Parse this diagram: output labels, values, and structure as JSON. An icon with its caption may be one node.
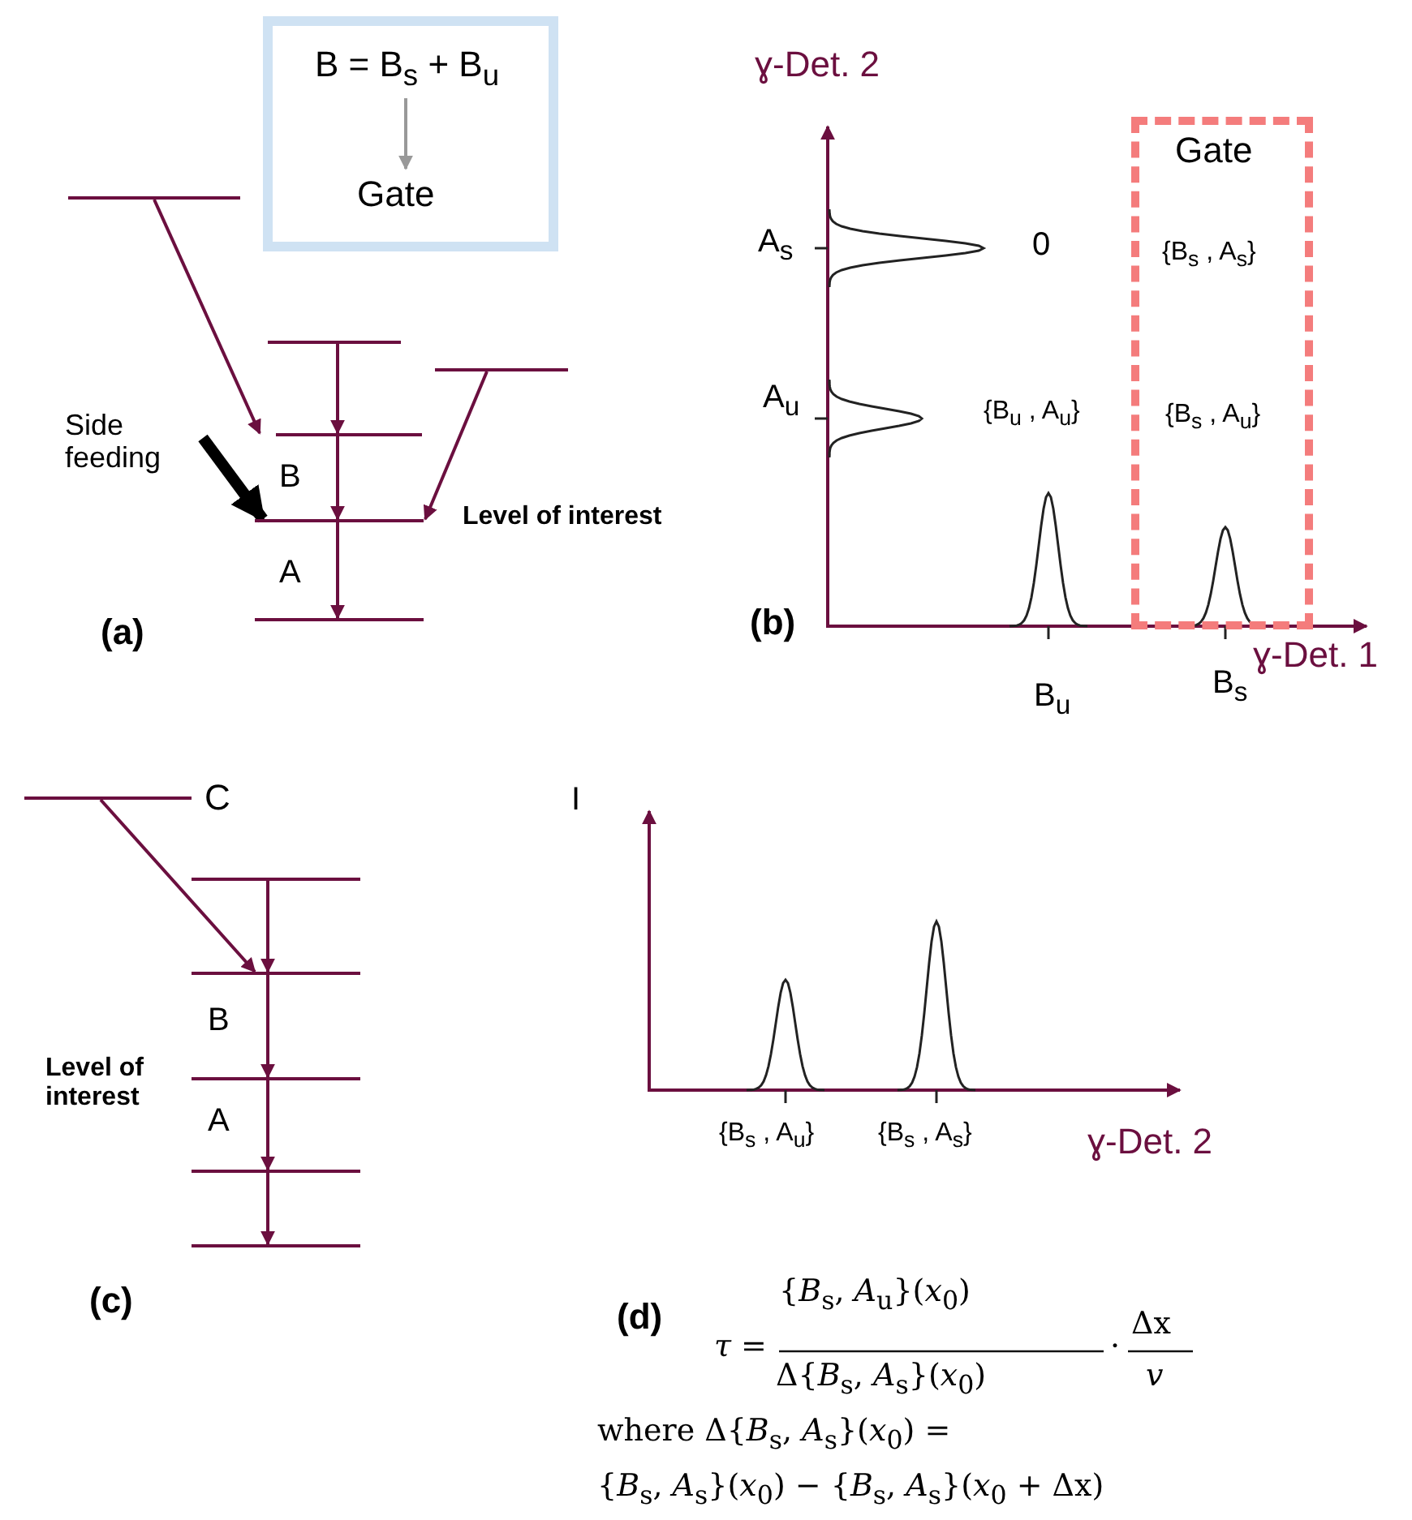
{
  "diagram": {
    "nodes": [
      {
        "text": [],
        "shape": "box"
      },
      {
        "text": [
          "B = B$_{s}$ + B$_{u}$"
        ],
        "in": 0
      },
      {
        "text": [
          "Gate"
        ],
        "in": 0
      },
      {
        "text": [],
        "shape": "bar"
      },
      {
        "text": [],
        "shape": "bar"
      },
      {
        "text": [],
        "shape": "bar"
      },
      {
        "text": [],
        "shape": "bar"
      },
      {
        "text": [],
        "shape": "bar",
        "beside": [
          "Level of interest"
        ]
      },
      {
        "text": [],
        "shape": "bar"
      },
      {
        "text": [
          "Gate",
          "{B$_{s}$ , A$_{s}$}",
          "{B$_{s}$ , A$_{u}$}"
        ]
      },
      {
        "text": [],
        "shape": "bar",
        "beside": [
          "C"
        ]
      },
      {
        "text": [],
        "shape": "bar"
      },
      {
        "text": [],
        "shape": "bar"
      },
      {
        "text": [],
        "shape": "bar",
        "beside": [
          "Level of interest"
        ]
      },
      {
        "text": [],
        "shape": "bar"
      },
      {
        "text": [],
        "shape": "bar"
      }
    ],
    "edges": [
      {
        "from": 1,
        "to": 2,
        "arrow": "to",
        "color": "#999999"
      },
      {
        "from": 3,
        "to": 6,
        "arrow": "to"
      },
      {
        "from": 4,
        "to": 6,
        "arrow": "to"
      },
      {
        "from": 6,
        "to": 7,
        "arrow": "to",
        "label": "B"
      },
      {
        "from": 5,
        "to": 7,
        "arrow": "to"
      },
      {
        "from": 7,
        "to": 8,
        "arrow": "to",
        "label": "A"
      },
      {
        "from": null,
        "to": 7,
        "arrow": "to",
        "label": "Side feeding",
        "style": "thick",
        "color": "#000000"
      },
      {
        "from": 10,
        "to": 12,
        "arrow": "to"
      },
      {
        "from": 11,
        "to": 12,
        "arrow": "to"
      },
      {
        "from": 12,
        "to": 13,
        "arrow": "to",
        "label": "B"
      },
      {
        "from": 13,
        "to": 14,
        "arrow": "to",
        "label": "A"
      },
      {
        "from": 14,
        "to": 15,
        "arrow": "to"
      }
    ],
    "labels": [
      "(a)",
      "ɣ-Det. 2",
      "A$_{s}$",
      "0",
      "A$_{u}$",
      "{B$_{u}$ , A$_{u}$}",
      "(b)",
      "ɣ-Det. 1",
      "B$_{u}$",
      "B$_{s}$",
      "I",
      "{B$_{s}$ , A$_{u}$}",
      "{B$_{s}$ , A$_{s}$}",
      "ɣ-Det. 2",
      "(c)",
      "(d)",
      "*τ* =",
      "{*B*$_{s}$, *A*$_{u}$}(*x*$_{0}$)",
      "Δ{*B*$_{s}$, *A*$_{s}$}(*x*$_{0}$)",
      "·",
      "Δx",
      "*v*",
      "where Δ{*B*$_{s}$, *A*$_{s}$}(*x*$_{0}$) =",
      "{*B*$_{s}$, *A*$_{s}$}(*x*$_{0}$) − {*B*$_{s}$, *A*$_{s}$}(*x*$_{0}$ + Δx)"
    ]
  }
}
